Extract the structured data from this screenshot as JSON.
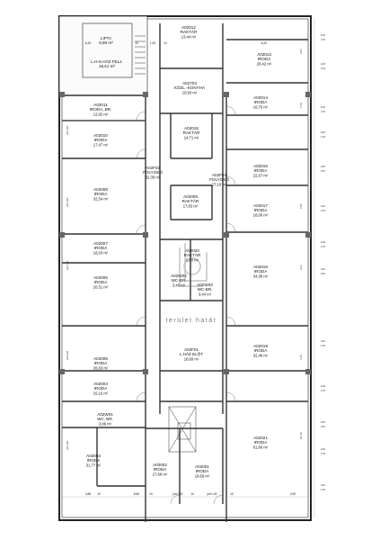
{
  "rooms": [
    {
      "id": "lift",
      "code": "LIFTA",
      "name": "",
      "area": "8,90 m²"
    },
    {
      "id": "lh",
      "code": "L.H-S.HÁZ FELJ.",
      "name": "",
      "area": "18,51 m²"
    },
    {
      "id": "a02012",
      "code": "A02012",
      "name": "RAKTÁR",
      "area": "13,44 m²"
    },
    {
      "id": "a02013",
      "code": "A02013",
      "name": "IRODA",
      "area": "28,42 m²"
    },
    {
      "id": "a02703",
      "code": "A02703",
      "name": "KÖZL.-KONYHA",
      "area": "10,93 m²"
    },
    {
      "id": "a02011",
      "code": "A02011",
      "name": "IRODA, BR.",
      "area": "12,82 m²"
    },
    {
      "id": "a02014",
      "code": "A02014",
      "name": "IRODA",
      "area": "16,70 m²"
    },
    {
      "id": "a02010",
      "code": "A02010",
      "name": "IRODA",
      "area": "17,47 m²"
    },
    {
      "id": "a02015",
      "code": "A02015",
      "name": "RAKTÁR",
      "area": "14,71 m²"
    },
    {
      "id": "a02016",
      "code": "A02016",
      "name": "IRODA",
      "area": "22,67 m²"
    },
    {
      "id": "a02f02",
      "code": "A02F02",
      "name": "FOLYOSÓ",
      "area": "32,38 m²"
    },
    {
      "id": "a02f04",
      "code": "A02F04",
      "name": "FOLYOSÓ",
      "area": "27,10 m²"
    },
    {
      "id": "a02008",
      "code": "A02008",
      "name": "IRODA",
      "area": "32,54 m²"
    },
    {
      "id": "a02009",
      "code": "A02009",
      "name": "RAKTÁR",
      "area": "17,83 m²"
    },
    {
      "id": "a02017",
      "code": "A02017",
      "name": "IRODA",
      "area": "18,00 m²"
    },
    {
      "id": "a02007",
      "code": "A02007",
      "name": "IRODA",
      "area": "16,03 m²"
    },
    {
      "id": "a02020",
      "code": "A02020",
      "name": "RAKTÁR",
      "area": "2,80 m²"
    },
    {
      "id": "a02006",
      "code": "A02006",
      "name": "IRODA",
      "area": "20,31 m²"
    },
    {
      "id": "a02w02",
      "code": "A02W02",
      "name": "WC-BR.",
      "area": "3,40 m²"
    },
    {
      "id": "a02w03",
      "code": "A02W03",
      "name": "WC-BR.",
      "area": "3,44 m²"
    },
    {
      "id": "a02018",
      "code": "A02018",
      "name": "IRODA",
      "area": "34,39 m²"
    },
    {
      "id": "a02005",
      "code": "A02005",
      "name": "IRODA",
      "area": "26,83 m²"
    },
    {
      "id": "a02f01",
      "code": "A02F01",
      "name": "L.HÁZ ELŐT",
      "area": "18,69 m²"
    },
    {
      "id": "a02019",
      "code": "A02019",
      "name": "IRODA",
      "area": "32,46 m²"
    },
    {
      "id": "a02004",
      "code": "A02004",
      "name": "IRODA",
      "area": "15,16 m²"
    },
    {
      "id": "a02w01",
      "code": "A02W01",
      "name": "WC, BR.",
      "area": "3,86 m²"
    },
    {
      "id": "a02021",
      "code": "A02021",
      "name": "IRODA",
      "area": "61,80 m²"
    },
    {
      "id": "a02003",
      "code": "A02003",
      "name": "IRODA",
      "area": "31,77 m²"
    },
    {
      "id": "a02002",
      "code": "A02002",
      "name": "IRODA",
      "area": "27,68 m²"
    },
    {
      "id": "a02001",
      "code": "A02001",
      "name": "IRODA",
      "area": "18,66 m²"
    }
  ],
  "watermark": "terület határ",
  "dimensions": {
    "bottom": [
      "3,88",
      "10",
      "8,60",
      "10",
      "pm1,00",
      "10",
      "pm1,00",
      "10",
      "3,90"
    ],
    "mid_row": [
      "6,25",
      "10",
      "1,40",
      "10",
      "6,22"
    ],
    "window_pairs": [
      "140",
      "175",
      "145",
      "270",
      "120",
      "175"
    ],
    "vertical_right": [
      "3,51",
      "2,70",
      "2,81",
      "3,21",
      "3,10",
      "10,48"
    ],
    "pm": "pm1,00"
  }
}
